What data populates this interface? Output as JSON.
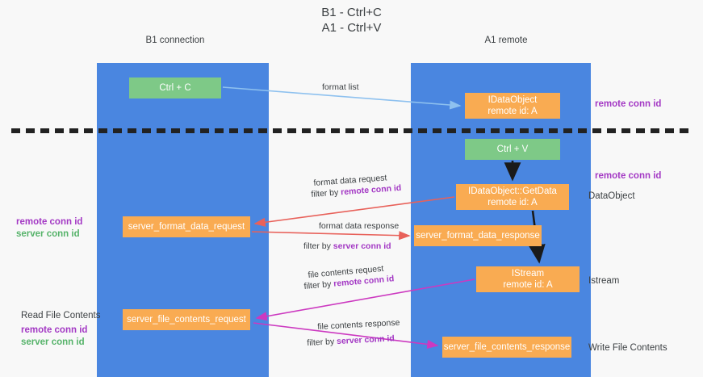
{
  "title": "B1 - Ctrl+C\nA1 - Ctrl+V",
  "lanes": [
    {
      "name": "b1",
      "label": "B1\nconnection"
    },
    {
      "name": "a1",
      "label": "A1\nremote"
    }
  ],
  "nodes": {
    "ctrl_c": "Ctrl + C",
    "idataobject": "IDataObject\nremote id: A",
    "ctrl_v": "Ctrl + V",
    "getdata": "IDataObject::GetData\nremote id: A",
    "server_format_data_request": "server_format_data_request",
    "server_format_data_response": "server_format_data_response",
    "istream": "IStream\nremote id: A",
    "server_file_contents_request": "server_file_contents_request",
    "server_file_contents_response": "server_file_contents_response"
  },
  "edges": {
    "format_list": "format list",
    "format_data_request": "format data request",
    "format_data_request_filter_prefix": "filter by ",
    "format_data_request_filter_value": "remote conn id",
    "format_data_response": "format data response",
    "format_data_response_filter_prefix": "filter by ",
    "format_data_response_filter_value": "server conn id",
    "file_contents_request": "file contents request",
    "file_contents_request_filter_prefix": "filter by ",
    "file_contents_request_filter_value": "remote conn id",
    "file_contents_response": "file contents response",
    "file_contents_response_filter_prefix": "filter by ",
    "file_contents_response_filter_value": "server conn id"
  },
  "annotations": {
    "right_remote_conn_id_top": "remote conn id",
    "right_remote_conn_id_mid": "remote conn id",
    "right_dataobject": "DataObject",
    "right_istream": "Istream",
    "right_write_file_contents": "Write File Contents",
    "left_remote_conn_id_1": "remote conn id",
    "left_server_conn_id_1": "server conn id",
    "left_read_file_contents": "Read File Contents",
    "left_remote_conn_id_2": "remote conn id",
    "left_server_conn_id_2": "server conn id"
  },
  "colors": {
    "lane": "#4a86e0",
    "green_node": "#7ec987",
    "orange_node": "#f9ab52",
    "purple_text": "#a338c4",
    "green_text": "#56b36a",
    "arrow_light_blue": "#8ec1ef",
    "arrow_red": "#e8615a",
    "arrow_magenta": "#cc39c0",
    "arrow_black": "#1a1a1a",
    "divider": "#222222",
    "background": "#f8f8f8"
  }
}
